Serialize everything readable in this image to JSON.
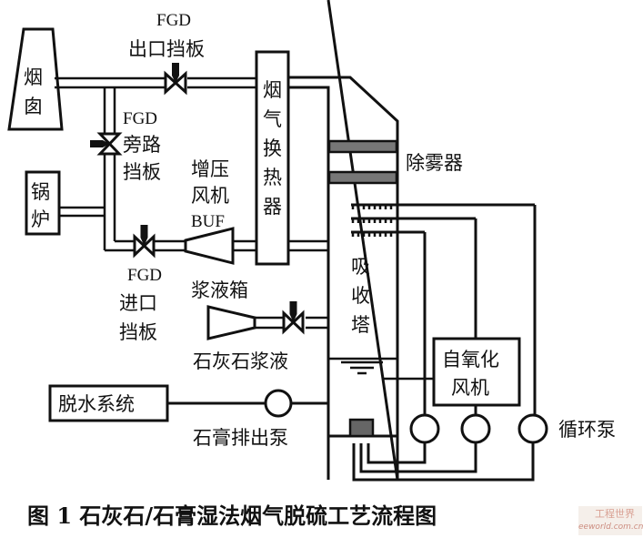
{
  "figure": {
    "caption": "图 1  石灰石/石膏湿法烟气脱硫工艺流程图",
    "watermark": {
      "line1": "工程世界",
      "line2": "eeworld.com.cn"
    }
  },
  "components": {
    "chimney": "烟囱",
    "boiler": "锅炉",
    "outlet_damper": {
      "line1": "FGD",
      "line2": "出口挡板"
    },
    "bypass_damper": {
      "line1": "FGD",
      "line2": "旁路",
      "line3": "挡板"
    },
    "inlet_damper": {
      "line1": "FGD",
      "line2": "进口",
      "line3": "挡板"
    },
    "booster_fan": {
      "line1": "增压",
      "line2": "风机",
      "line3": "BUF"
    },
    "gas_heat_exchanger": "烟气换热器",
    "demister": "除雾器",
    "absorber": "吸收塔",
    "slurry_tank": "浆液箱",
    "limestone_slurry": "石灰石浆液",
    "dewatering_system": "脱水系统",
    "gypsum_pump": "石膏排出泵",
    "oxidation_fan": {
      "line1": "自氧化",
      "line2": "风机"
    },
    "circulation_pump": "循环泵"
  }
}
